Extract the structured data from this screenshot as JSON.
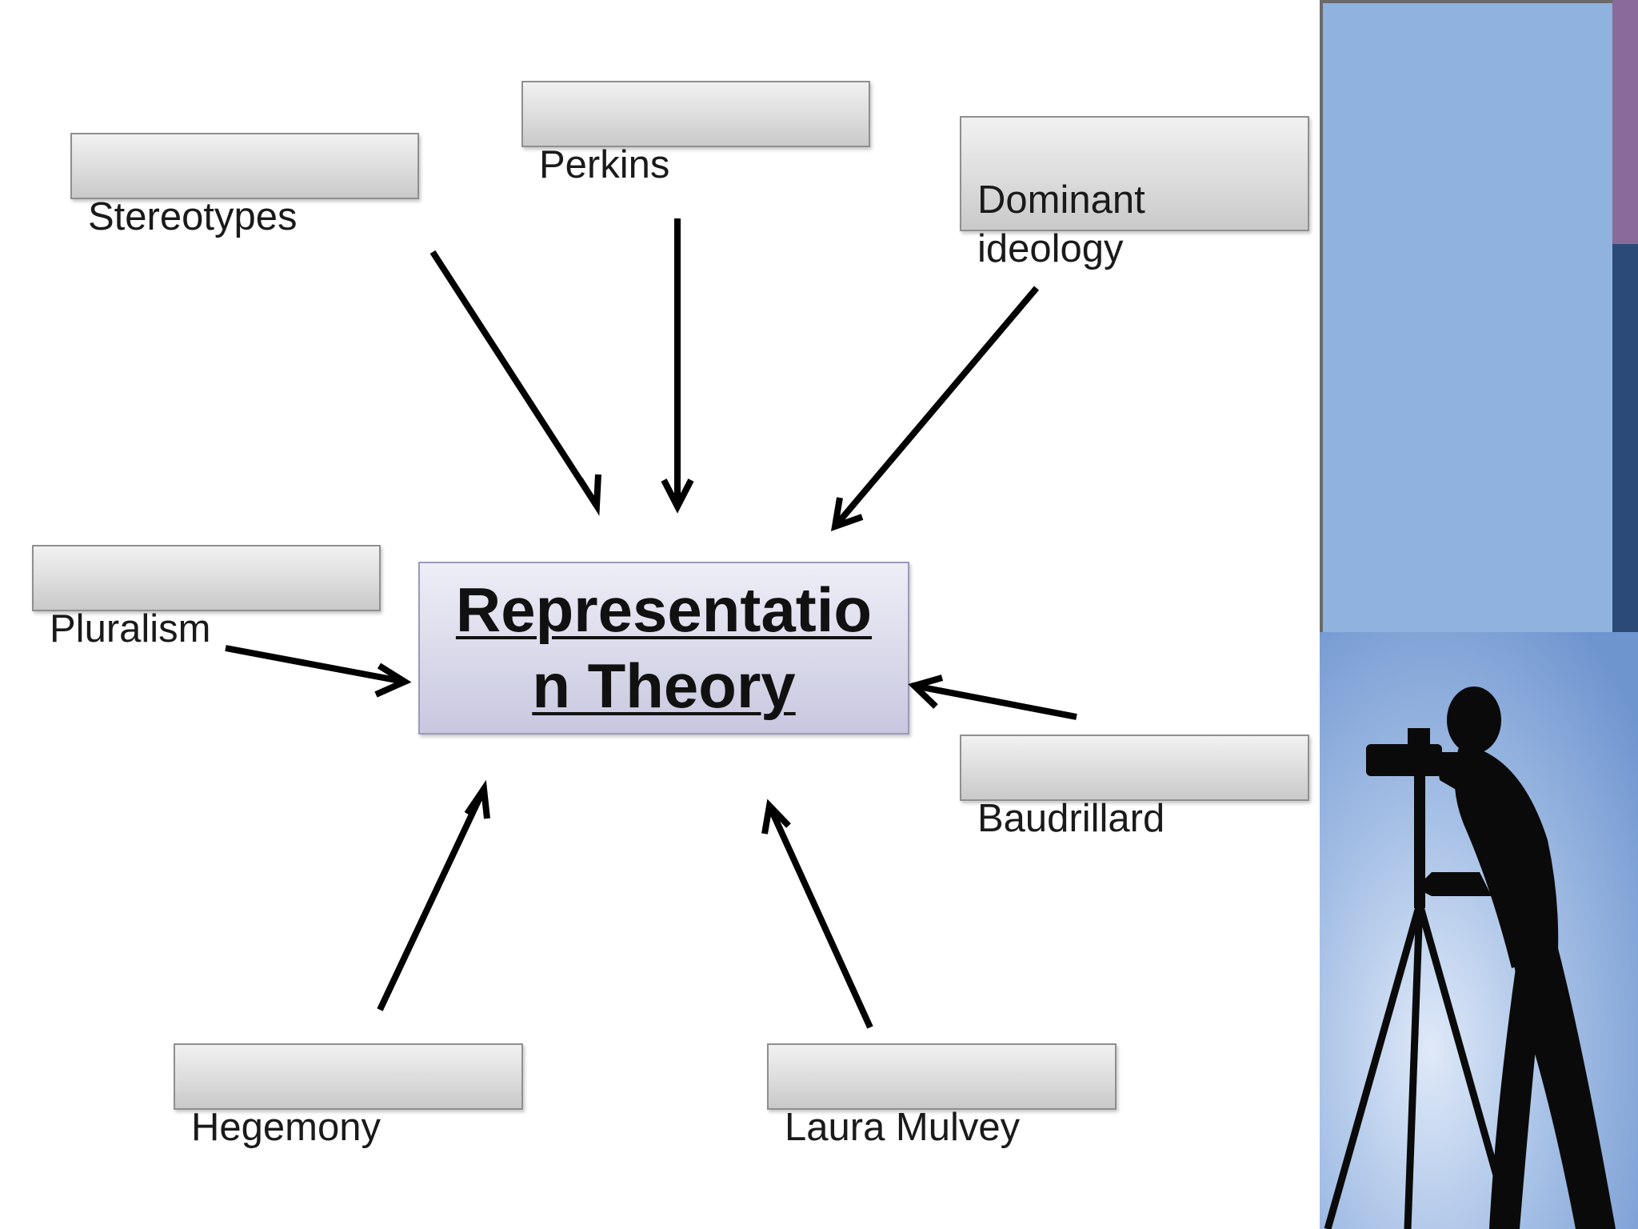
{
  "central": {
    "title": "Representation Theory"
  },
  "concepts": {
    "stereotypes": "Stereotypes",
    "perkins": "Perkins",
    "dominant_ideology": "Dominant\nideology",
    "pluralism": "Pluralism",
    "baudrillard": "Baudrillard",
    "hegemony": "Hegemony",
    "laura_mulvey": "Laura Mulvey"
  },
  "colors": {
    "concept_box": "#dcdcdc",
    "central_box": "#d9d9ea",
    "arrow": "#000000",
    "panel_blue": "#8fb2df",
    "panel_purple": "#8a6a9a",
    "panel_navy": "#2b4a78"
  },
  "icons": {
    "photo": "photographer-silhouette-icon"
  }
}
